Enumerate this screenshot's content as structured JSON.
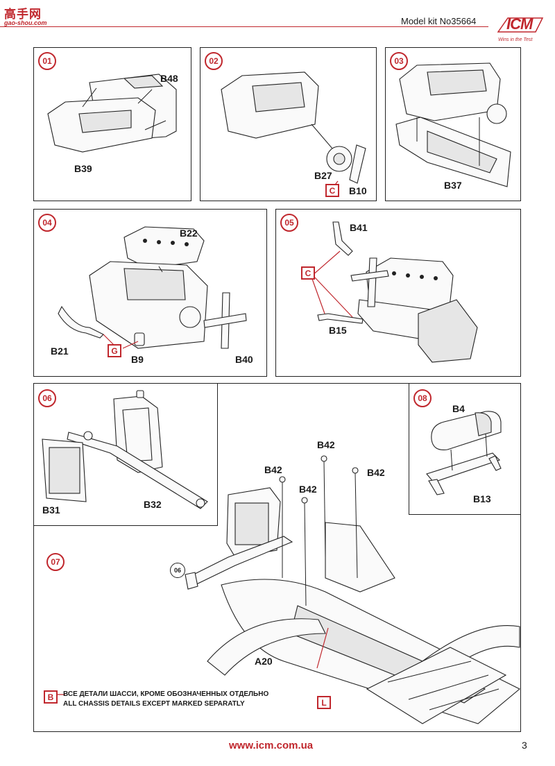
{
  "header": {
    "watermark_cn": "高手网",
    "watermark_url": "gao-shou.com",
    "model_kit": "Model kit No35664",
    "logo_text": "ICM",
    "logo_tagline": "Wins in the Test"
  },
  "steps": [
    {
      "number": "01",
      "parts": [
        "B48",
        "B39"
      ]
    },
    {
      "number": "02",
      "parts": [
        "B27",
        "B10"
      ],
      "tags": [
        "C"
      ]
    },
    {
      "number": "03",
      "parts": [
        "B37"
      ]
    },
    {
      "number": "04",
      "parts": [
        "B22",
        "B21",
        "B9",
        "B40"
      ],
      "tags": [
        "G"
      ]
    },
    {
      "number": "05",
      "parts": [
        "B41",
        "B15"
      ],
      "tags": [
        "C"
      ]
    },
    {
      "number": "06",
      "parts": [
        "B31",
        "B32"
      ]
    },
    {
      "number": "07",
      "parts": [
        "B42",
        "B42",
        "B42",
        "B42",
        "A20"
      ],
      "tags": [
        "L"
      ],
      "ref": "06"
    },
    {
      "number": "08",
      "parts": [
        "B4",
        "B13"
      ]
    }
  ],
  "note": {
    "tag": "B",
    "line_ru": "ВСЕ ДЕТАЛИ ШАССИ, КРОМЕ ОБОЗНАЧЕННЫХ ОТДЕЛЬНО",
    "line_en": "ALL CHASSIS DETAILS EXCEPT MARKED SEPARATLY"
  },
  "footer": {
    "url": "www.icm.com.ua",
    "page": "3"
  },
  "colors": {
    "accent": "#c0272d",
    "ink": "#1a1a1a"
  }
}
